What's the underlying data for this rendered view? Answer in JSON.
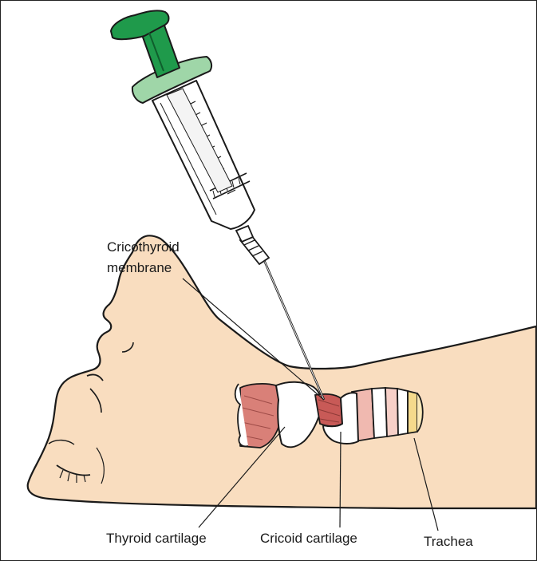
{
  "labels": {
    "cricothyroid_line1": "Cricothyroid",
    "cricothyroid_line2": "membrane",
    "thyroid_cartilage": "Thyroid cartilage",
    "cricoid_cartilage": "Cricoid cartilage",
    "trachea": "Trachea"
  },
  "colors": {
    "skin": "#f9ddbf",
    "plunger": "#1f9a4b",
    "flange": "#9fd6a8",
    "thyroid_cartilage": "#d98078",
    "membrane": "#c85a57",
    "cartilage_white": "#ffffff",
    "trachea_ring_pink": "#f0b9b0",
    "trachea_ring_yellow": "#f5da8c",
    "outline": "#1a1a1a"
  }
}
